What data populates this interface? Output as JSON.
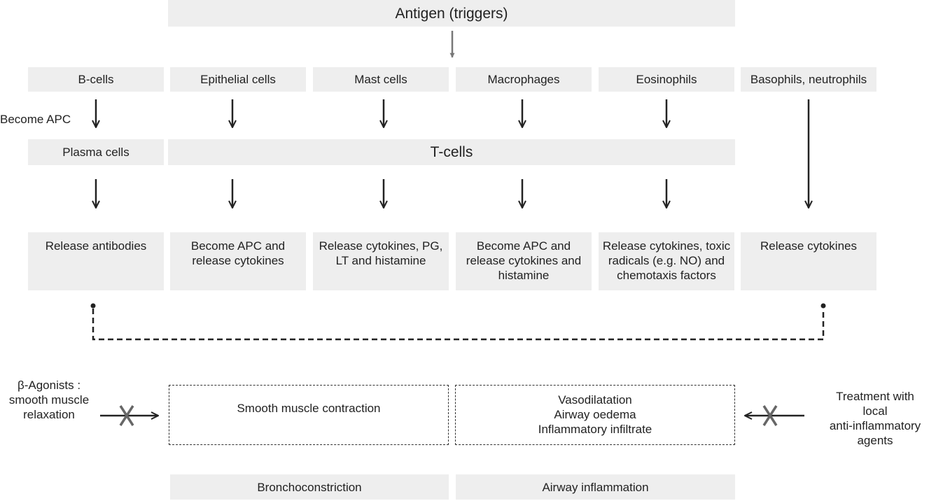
{
  "antigen": "Antigen (triggers)",
  "cells": {
    "b_cells": "B-cells",
    "epithelial": "Epithelial cells",
    "mast": "Mast cells",
    "macrophages": "Macrophages",
    "eosinophils": "Eosinophils",
    "basophils": "Basophils, neutrophils"
  },
  "become_apc": "Become APC",
  "plasma_cells": "Plasma cells",
  "t_cells": "T-cells",
  "outcomes": {
    "release_antibodies": "Release antibodies",
    "epithelial": "Become APC and\nrelease cytokines",
    "mast": "Release cytokines, PG,\nLT and histamine",
    "macrophages": "Become APC and\nrelease cytokines and\nhistamine",
    "eosinophils": "Release cytokines, toxic\nradicals (e.g. NO) and\nchemotaxis factors",
    "basophils": "Release cytokines"
  },
  "effects": {
    "smooth_muscle": "Smooth muscle contraction",
    "inflammation": "Vasodilatation\nAirway oedema\nInflammatory infiltrate"
  },
  "treatments": {
    "beta_agonists": "β-Agonists :\nsmooth muscle\nrelaxation",
    "anti_inflammatory": "Treatment with\nlocal\nanti-inflammatory\nagents"
  },
  "results": {
    "bronchoconstriction": "Bronchoconstriction",
    "airway_inflammation": "Airway inflammation"
  }
}
